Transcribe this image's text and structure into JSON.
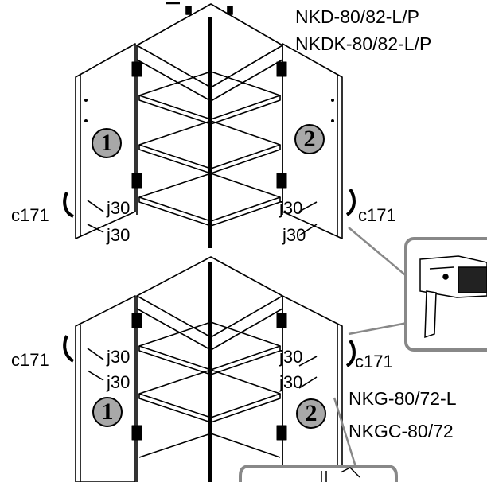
{
  "models_top": [
    "NKD-80/82-L/P",
    "NKDK-80/82-L/P"
  ],
  "models_bottom": [
    "NKG-80/72-L",
    "NKGC-80/72"
  ],
  "top": {
    "left": {
      "handle": "c171",
      "hinge_a": "j30",
      "hinge_b": "j30",
      "step": "1"
    },
    "right": {
      "handle": "c171",
      "hinge_a": "j30",
      "hinge_b": "j30",
      "step": "2"
    }
  },
  "bottom": {
    "left": {
      "handle": "c171",
      "hinge_a": "j30",
      "hinge_b": "j30",
      "step": "1"
    },
    "right": {
      "handle": "c171",
      "hinge_a": "j30",
      "hinge_b": "j30",
      "step": "2"
    }
  },
  "icons": [
    "drill-icon",
    "screwdriver-icon"
  ]
}
